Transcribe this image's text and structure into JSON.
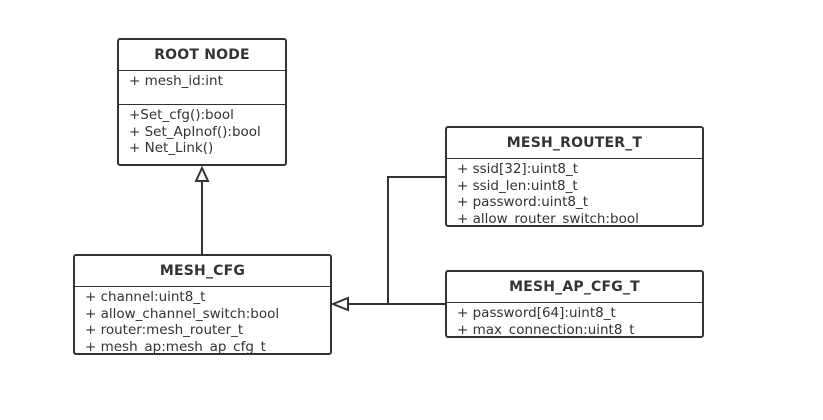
{
  "classes": {
    "root": {
      "name": "ROOT NODE",
      "attributes": [
        "+ mesh_id:int"
      ],
      "methods": [
        "+Set_cfg():bool",
        "+ Set_ApInof():bool",
        "+ Net_Link()"
      ]
    },
    "mesh_cfg": {
      "name": "MESH_CFG",
      "attributes": [
        "+ channel:uint8_t",
        "+ allow_channel_switch:bool",
        "+ router:mesh_router_t",
        "+ mesh_ap:mesh_ap_cfg_t"
      ]
    },
    "router": {
      "name": "MESH_ROUTER_T",
      "attributes": [
        "+ ssid[32]:uint8_t",
        "+ ssid_len:uint8_t",
        "+ password:uint8_t",
        "+ allow_router_switch:bool"
      ]
    },
    "ap_cfg": {
      "name": "MESH_AP_CFG_T",
      "attributes": [
        "+ password[64]:uint8_t",
        "+ max_connection:uint8_t"
      ]
    }
  },
  "colors": {
    "line": "#333333",
    "background": "#ffffff"
  }
}
